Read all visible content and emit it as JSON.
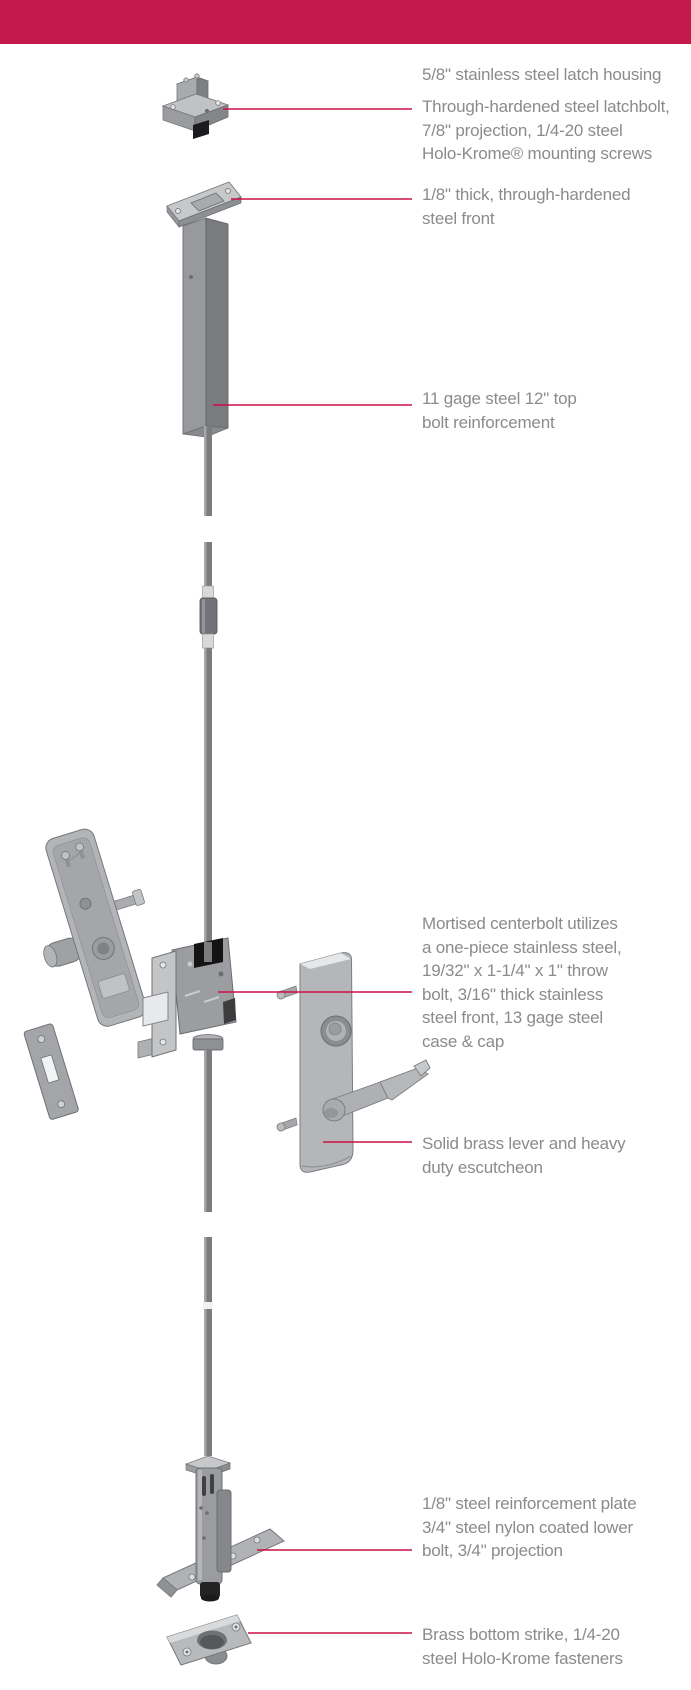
{
  "header": {
    "bar_color": "#c41a4b"
  },
  "colors": {
    "leader_line": "#cc1045",
    "text": "#8a8b8d",
    "background": "#ffffff",
    "metal_light": "#c6c8ca",
    "metal_mid": "#9a9c9f",
    "metal_dark": "#75777a"
  },
  "callouts": [
    {
      "id": "latch-housing",
      "lines": [
        "5/8\" stainless steel latch housing"
      ]
    },
    {
      "id": "latchbolt",
      "lines": [
        "Through-hardened steel latchbolt,",
        "7/8\" projection, 1/4-20 steel",
        "Holo-Krome® mounting screws"
      ]
    },
    {
      "id": "steel-front",
      "lines": [
        "1/8\" thick, through-hardened",
        "steel front"
      ]
    },
    {
      "id": "top-bolt-reinforcement",
      "lines": [
        "11 gage steel 12\" top",
        "bolt reinforcement"
      ]
    },
    {
      "id": "mortised-centerbolt",
      "lines": [
        "Mortised centerbolt utilizes",
        "a one-piece stainless steel,",
        "19/32\" x 1-1/4\" x 1\" throw",
        "bolt, 3/16\" thick stainless",
        "steel front, 13 gage steel",
        "case & cap"
      ]
    },
    {
      "id": "lever-escutcheon",
      "lines": [
        "Solid brass lever and heavy",
        "duty escutcheon"
      ]
    },
    {
      "id": "lower-bolt",
      "lines": [
        "1/8\" steel reinforcement plate",
        "3/4\" steel nylon coated lower",
        "bolt, 3/4\" projection"
      ]
    },
    {
      "id": "bottom-strike",
      "lines": [
        "Brass bottom strike, 1/4-20",
        "steel Holo-Krome fasteners"
      ]
    }
  ],
  "parts": [
    {
      "id": "latch-housing-illustration",
      "label": "stainless steel latch housing"
    },
    {
      "id": "top-front-plate-illustration",
      "label": "through-hardened steel front plate"
    },
    {
      "id": "top-bolt-illustration",
      "label": "top bolt reinforcement"
    },
    {
      "id": "connecting-rod-illustration",
      "label": "connecting rod with coupler"
    },
    {
      "id": "inside-escutcheon-illustration",
      "label": "inside escutcheon plate"
    },
    {
      "id": "strike-plate-illustration",
      "label": "door strike plate"
    },
    {
      "id": "mortise-case-illustration",
      "label": "mortise lock case"
    },
    {
      "id": "front-escutcheon-illustration",
      "label": "lever and escutcheon"
    },
    {
      "id": "lower-bolt-illustration",
      "label": "lower bolt assembly"
    },
    {
      "id": "bottom-strike-illustration",
      "label": "brass bottom strike"
    }
  ]
}
